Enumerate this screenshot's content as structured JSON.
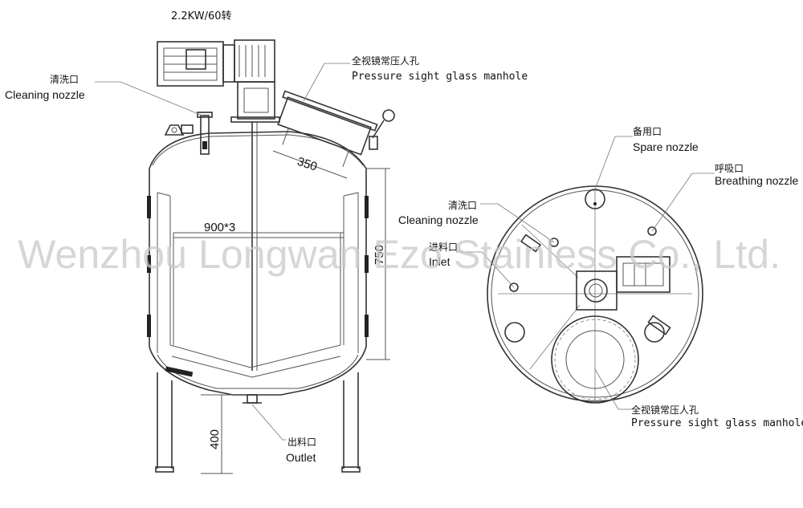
{
  "motor_spec": "2.2KW/60转",
  "dimensions": {
    "manhole_diameter": "350",
    "tank_inner": "900*3",
    "shell_height": "750",
    "leg_height": "400"
  },
  "labels": {
    "cleaning_nozzle_left": {
      "zh": "清洗口",
      "en": "Cleaning nozzle"
    },
    "manhole_top": {
      "zh": "全视镜常压人孔",
      "en": "Pressure sight glass manhole"
    },
    "outlet": {
      "zh": "出料口",
      "en": "Outlet"
    },
    "spare_nozzle": {
      "zh": "备用口",
      "en": "Spare nozzle"
    },
    "breathing_nozzle": {
      "zh": "呼吸口",
      "en": "Breathing nozzle"
    },
    "cleaning_nozzle_right": {
      "zh": "清洗口",
      "en": "Cleaning nozzle"
    },
    "inlet": {
      "zh": "进料口",
      "en": "Inlet"
    },
    "manhole_bottom": {
      "zh": "全视镜常压人孔",
      "en": "Pressure sight glass manhole"
    }
  },
  "watermark": "Wenzhou Longwan Ezo Stainless Co., Ltd."
}
